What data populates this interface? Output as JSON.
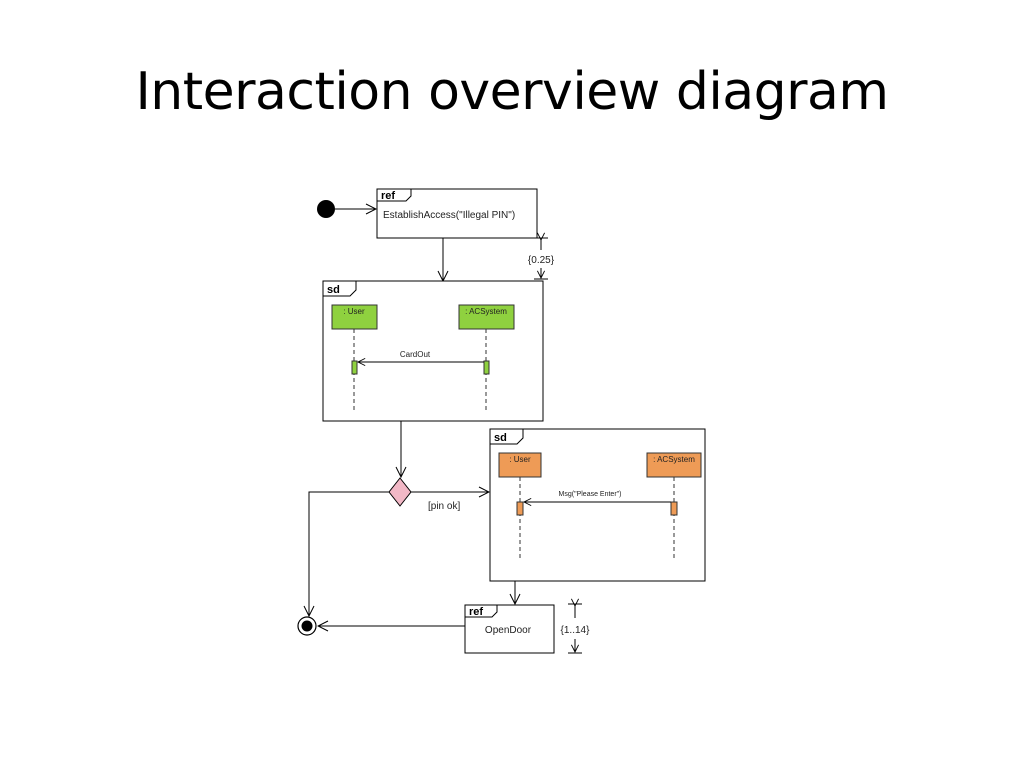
{
  "title": "Interaction overview diagram",
  "colors": {
    "lifeline_green": "#8fd13f",
    "lifeline_orange": "#ee9b56",
    "decision_pink": "#f2b8c6"
  },
  "diagram": {
    "ref1": {
      "tag": "ref",
      "text": "EstablishAccess(\"Illegal PIN\")"
    },
    "duration1": "{0.25}",
    "sd1": {
      "tag": "sd",
      "lifeline_left": ": User",
      "lifeline_right": ": ACSystem",
      "message": "CardOut"
    },
    "guard": "[pin ok]",
    "sd2": {
      "tag": "sd",
      "lifeline_left": ": User",
      "lifeline_right": ": ACSystem",
      "message": "Msg(\"Please Enter\")"
    },
    "ref2": {
      "tag": "ref",
      "text": "OpenDoor"
    },
    "duration2": "{1..14}"
  }
}
